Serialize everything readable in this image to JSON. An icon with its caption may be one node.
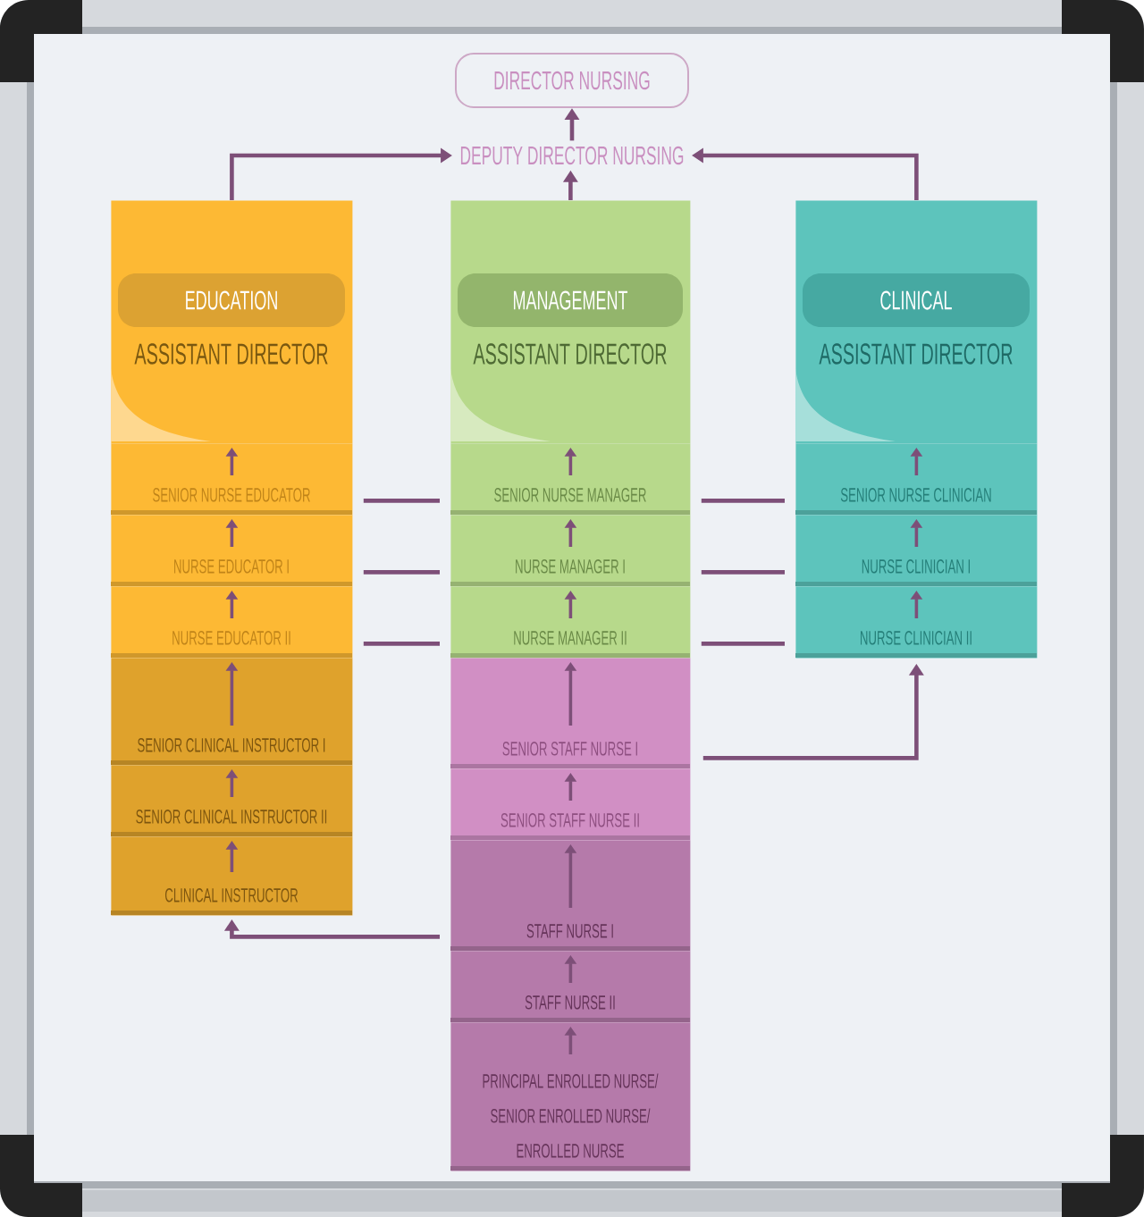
{
  "diagram": {
    "nodes": [
      {
        "text": [
          "DIRECTOR NURSING"
        ]
      },
      {
        "text": [
          "DEPUTY DIRECTOR NURSING"
        ]
      },
      {
        "text": [
          "EDUCATION",
          "ASSISTANT DIRECTOR"
        ]
      },
      {
        "text": [
          "SENIOR NURSE EDUCATOR"
        ]
      },
      {
        "text": [
          "NURSE EDUCATOR I"
        ]
      },
      {
        "text": [
          "NURSE EDUCATOR II"
        ]
      },
      {
        "text": [
          "SENIOR CLINICAL INSTRUCTOR I"
        ]
      },
      {
        "text": [
          "SENIOR CLINICAL INSTRUCTOR II"
        ]
      },
      {
        "text": [
          "CLINICAL INSTRUCTOR"
        ]
      },
      {
        "text": [
          "MANAGEMENT",
          "ASSISTANT DIRECTOR"
        ]
      },
      {
        "text": [
          "SENIOR NURSE MANAGER"
        ]
      },
      {
        "text": [
          "NURSE MANAGER I"
        ]
      },
      {
        "text": [
          "NURSE MANAGER II"
        ]
      },
      {
        "text": [
          "SENIOR STAFF NURSE I"
        ]
      },
      {
        "text": [
          "SENIOR STAFF NURSE II"
        ]
      },
      {
        "text": [
          "STAFF NURSE I"
        ]
      },
      {
        "text": [
          "STAFF NURSE II"
        ]
      },
      {
        "text": [
          "PRINCIPAL ENROLLED NURSE/ SENIOR ENROLLED NURSE/ ENROLLED NURSE"
        ]
      },
      {
        "text": [
          "CLINICAL",
          "ASSISTANT DIRECTOR"
        ]
      },
      {
        "text": [
          "SENIOR NURSE CLINICIAN"
        ]
      },
      {
        "text": [
          "NURSE CLINICIAN I"
        ]
      },
      {
        "text": [
          "NURSE CLINICIAN II"
        ]
      }
    ],
    "edges": [
      {
        "from": 1,
        "to": 0,
        "arrow": "to"
      },
      {
        "from": 2,
        "to": 1,
        "arrow": "to"
      },
      {
        "from": 9,
        "to": 1,
        "arrow": "to"
      },
      {
        "from": 18,
        "to": 1,
        "arrow": "to"
      },
      {
        "from": 3,
        "to": 2,
        "arrow": "to"
      },
      {
        "from": 4,
        "to": 3,
        "arrow": "to"
      },
      {
        "from": 5,
        "to": 4,
        "arrow": "to"
      },
      {
        "from": 6,
        "to": 5,
        "arrow": "to"
      },
      {
        "from": 7,
        "to": 6,
        "arrow": "to"
      },
      {
        "from": 8,
        "to": 7,
        "arrow": "to"
      },
      {
        "from": 10,
        "to": 9,
        "arrow": "to"
      },
      {
        "from": 11,
        "to": 10,
        "arrow": "to"
      },
      {
        "from": 12,
        "to": 11,
        "arrow": "to"
      },
      {
        "from": 13,
        "to": 12,
        "arrow": "to"
      },
      {
        "from": 14,
        "to": 13,
        "arrow": "to"
      },
      {
        "from": 15,
        "to": 14,
        "arrow": "to"
      },
      {
        "from": 16,
        "to": 15,
        "arrow": "to"
      },
      {
        "from": 17,
        "to": 16,
        "arrow": "to"
      },
      {
        "from": 19,
        "to": 18,
        "arrow": "to"
      },
      {
        "from": 20,
        "to": 19,
        "arrow": "to"
      },
      {
        "from": 21,
        "to": 20,
        "arrow": "to"
      },
      {
        "from": 3,
        "to": 10,
        "arrow": "none"
      },
      {
        "from": 10,
        "to": 19,
        "arrow": "none"
      },
      {
        "from": 4,
        "to": 11,
        "arrow": "none"
      },
      {
        "from": 11,
        "to": 20,
        "arrow": "none"
      },
      {
        "from": 5,
        "to": 12,
        "arrow": "none"
      },
      {
        "from": 12,
        "to": 21,
        "arrow": "none"
      },
      {
        "from": 13,
        "to": 21,
        "arrow": "to"
      },
      {
        "from": 15,
        "to": 8,
        "arrow": "to"
      }
    ]
  }
}
